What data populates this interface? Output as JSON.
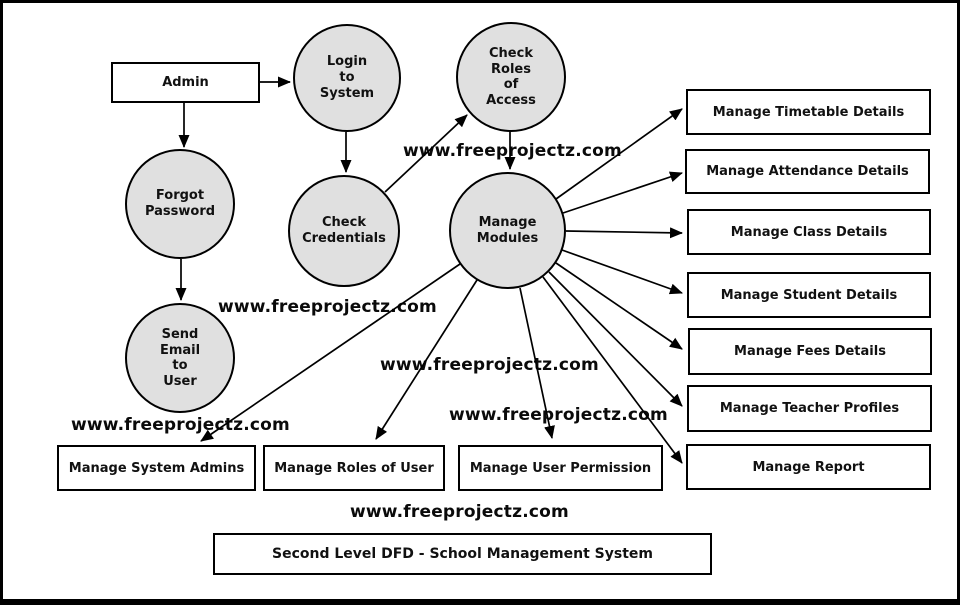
{
  "diagram": {
    "title": "Second Level DFD - School Management System",
    "watermark": "www.freeprojectz.com",
    "external_entities": [
      {
        "label": "Admin"
      }
    ],
    "processes": [
      {
        "name": "login-to-system",
        "label": "Login\nto\nSystem"
      },
      {
        "name": "check-roles-of-access",
        "label": "Check\nRoles\nof\nAccess"
      },
      {
        "name": "forgot-password",
        "label": "Forgot\nPassword"
      },
      {
        "name": "check-credentials",
        "label": "Check\nCredentials"
      },
      {
        "name": "manage-modules",
        "label": "Manage\nModules"
      },
      {
        "name": "send-email-to-user",
        "label": "Send\nEmail\nto\nUser"
      }
    ],
    "data_stores_right": [
      {
        "label": "Manage Timetable Details"
      },
      {
        "label": "Manage Attendance Details"
      },
      {
        "label": "Manage Class Details"
      },
      {
        "label": "Manage Student Details"
      },
      {
        "label": "Manage Fees Details"
      },
      {
        "label": "Manage Teacher Profiles"
      },
      {
        "label": "Manage Report"
      }
    ],
    "data_stores_bottom": [
      {
        "label": "Manage System Admins"
      },
      {
        "label": "Manage Roles of User"
      },
      {
        "label": "Manage User Permission"
      }
    ],
    "flows": [
      "Admin -> Login to System",
      "Admin -> Forgot Password",
      "Login to System -> Check Credentials",
      "Check Credentials -> Check Roles of Access",
      "Check Roles of Access -> Manage Modules",
      "Forgot Password -> Send Email to User",
      "Manage Modules -> Manage Timetable Details",
      "Manage Modules -> Manage Attendance Details",
      "Manage Modules -> Manage Class Details",
      "Manage Modules -> Manage Student Details",
      "Manage Modules -> Manage Fees Details",
      "Manage Modules -> Manage Teacher Profiles",
      "Manage Modules -> Manage Report",
      "Manage Modules -> Manage System Admins",
      "Manage Modules -> Manage Roles of User",
      "Manage Modules -> Manage User Permission"
    ],
    "colors": {
      "process_fill": "#e0e0e0",
      "stroke": "#000000",
      "background": "#ffffff"
    }
  }
}
